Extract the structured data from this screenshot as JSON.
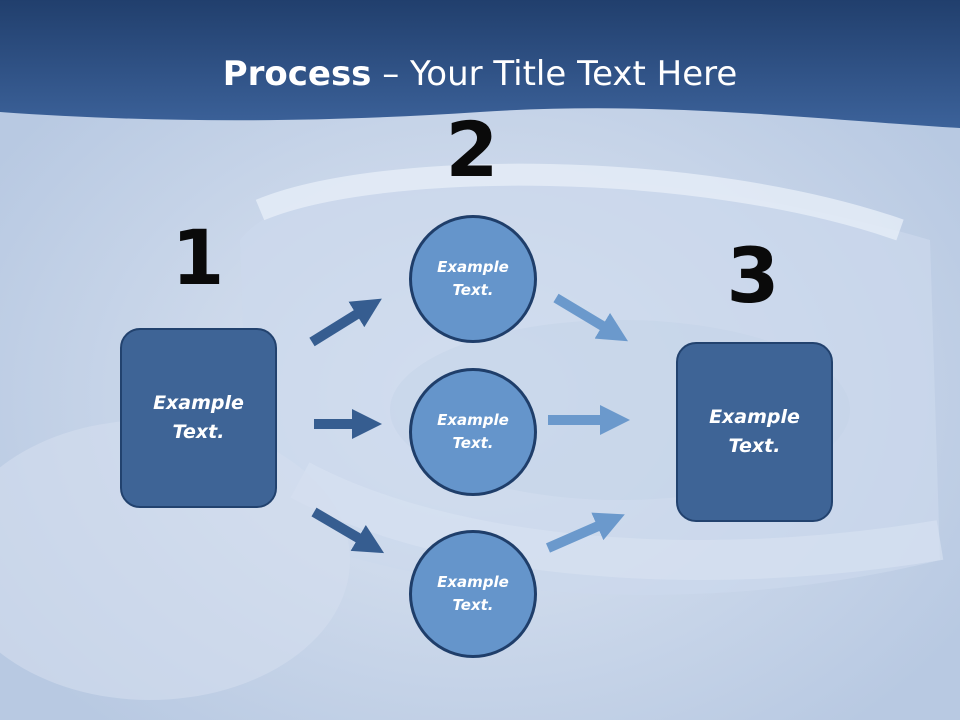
{
  "title": {
    "bold": "Process",
    "rest": " – Your Title Text Here"
  },
  "steps": [
    {
      "number": "1",
      "label": "Example\nText."
    },
    {
      "number": "2",
      "label": "Example\nText."
    },
    {
      "number": "3",
      "label": "Example\nText."
    }
  ],
  "circles": [
    {
      "label": "Example\nText."
    },
    {
      "label": "Example\nText."
    },
    {
      "label": "Example\nText."
    }
  ],
  "colors": {
    "header": "#2b4d80",
    "box": "#3e6496",
    "circle": "#6595cb",
    "arrow_dark": "#365d90",
    "arrow_light": "#6b99cc"
  }
}
